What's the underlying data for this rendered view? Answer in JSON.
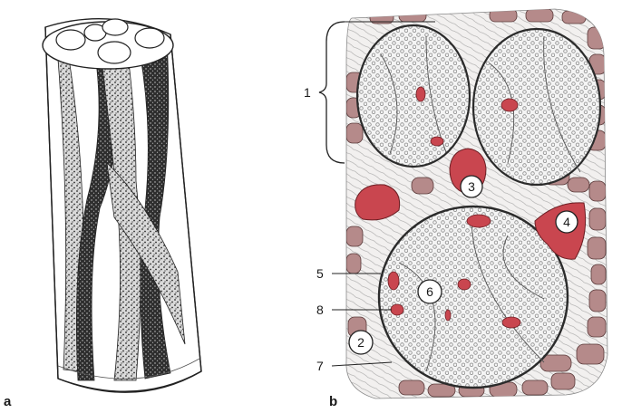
{
  "panels": {
    "a": {
      "letter": "a"
    },
    "b": {
      "letter": "b"
    }
  },
  "labels": {
    "n1": "1",
    "n2": "2",
    "n3": "3",
    "n4": "4",
    "n5": "5",
    "n6": "6",
    "n7": "7",
    "n8": "8"
  },
  "colors": {
    "vessel": "#c9464f",
    "vessel_light": "#e9a0a4",
    "muscle": "#b58a8a",
    "muscle_light": "#d7b7b7",
    "fiber_stroke": "#7a7a7a",
    "sheath": "#2b2b2b",
    "shading": "#3a3a3a"
  }
}
